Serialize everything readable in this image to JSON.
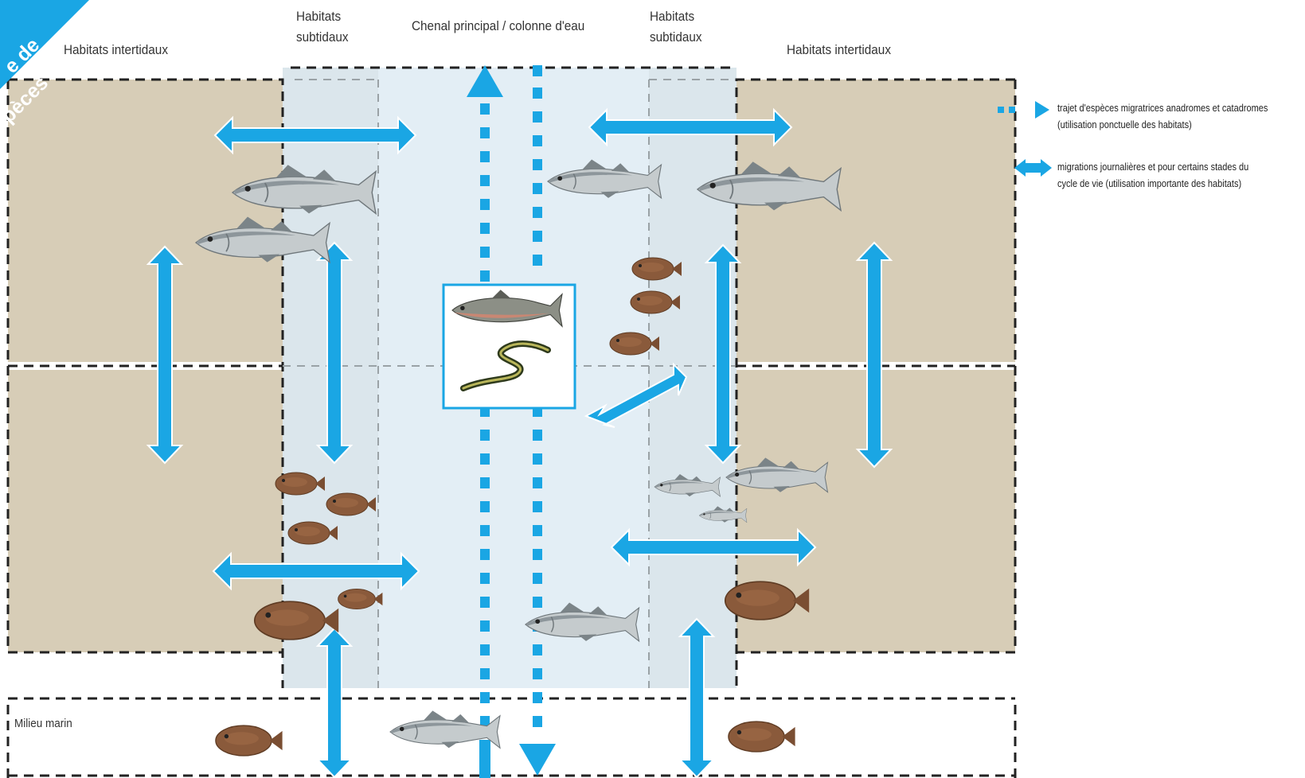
{
  "labels": {
    "intertidal_left": "Habitats intertidaux",
    "subtidal_left_line1": "Habitats",
    "subtidal_left_line2": "subtidaux",
    "channel": "Chenal principal / colonne d'eau",
    "subtidal_right_line1": "Habitats",
    "subtidal_right_line2": "subtidaux",
    "intertidal_right": "Habitats intertidaux",
    "marine": "Milieu marin"
  },
  "ribbon": {
    "line1": "e de",
    "line2": "pèces",
    "color": "#1aa6e4"
  },
  "legend": {
    "items": [
      {
        "icon": "dotted-arrow-icon",
        "line1": "trajet d'espèces migratrices anadromes et catadromes",
        "line2": "(utilisation ponctuelle des habitats)"
      },
      {
        "icon": "double-arrow-icon",
        "line1": "migrations journalières et pour certains stades du",
        "line2": "cycle de vie (utilisation importante des habitats)"
      }
    ]
  },
  "colors": {
    "arrow": "#1aa6e4",
    "intertidal": "#d7cdb7",
    "subtidal": "#dbe6ec",
    "channel": "#e3eef5",
    "box_border": "#1aa6e4",
    "dash": "#222222"
  }
}
